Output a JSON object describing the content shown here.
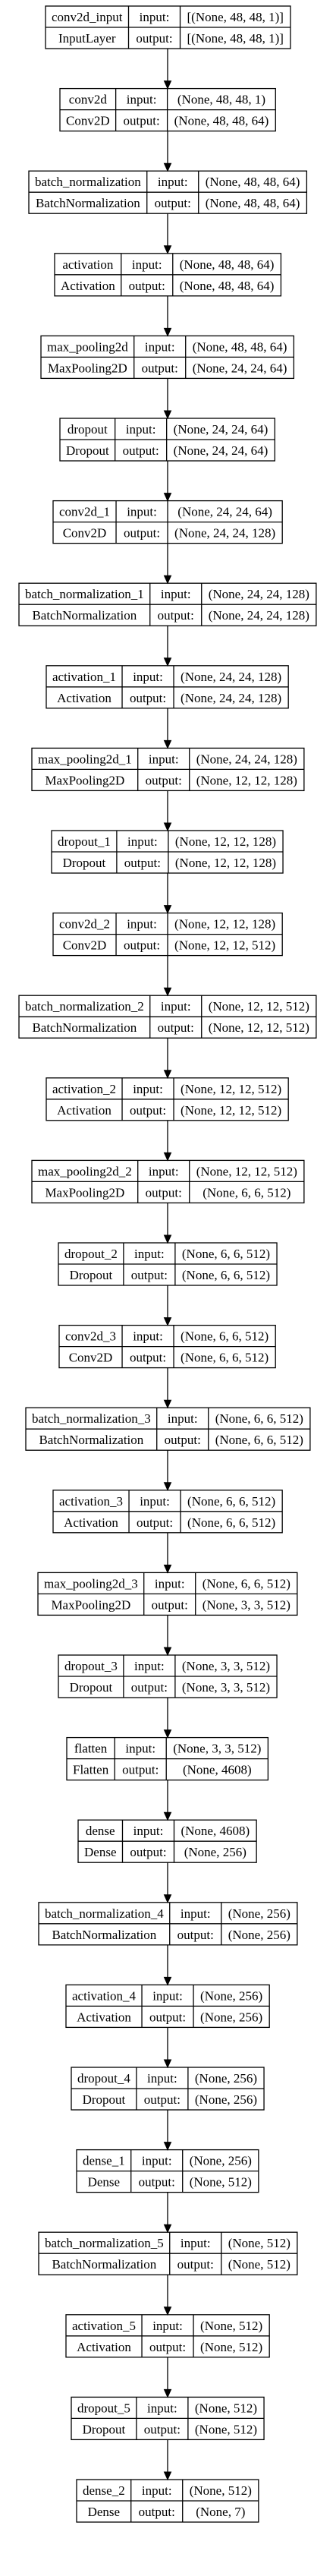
{
  "diagram": {
    "nodes": [
      {
        "name": "conv2d_input",
        "type": "InputLayer",
        "input": "[(None, 48, 48, 1)]",
        "output": "[(None, 48, 48, 1)]"
      },
      {
        "name": "conv2d",
        "type": "Conv2D",
        "input": "(None, 48, 48, 1)",
        "output": "(None, 48, 48, 64)"
      },
      {
        "name": "batch_normalization",
        "type": "BatchNormalization",
        "input": "(None, 48, 48, 64)",
        "output": "(None, 48, 48, 64)"
      },
      {
        "name": "activation",
        "type": "Activation",
        "input": "(None, 48, 48, 64)",
        "output": "(None, 48, 48, 64)"
      },
      {
        "name": "max_pooling2d",
        "type": "MaxPooling2D",
        "input": "(None, 48, 48, 64)",
        "output": "(None, 24, 24, 64)"
      },
      {
        "name": "dropout",
        "type": "Dropout",
        "input": "(None, 24, 24, 64)",
        "output": "(None, 24, 24, 64)"
      },
      {
        "name": "conv2d_1",
        "type": "Conv2D",
        "input": "(None, 24, 24, 64)",
        "output": "(None, 24, 24, 128)"
      },
      {
        "name": "batch_normalization_1",
        "type": "BatchNormalization",
        "input": "(None, 24, 24, 128)",
        "output": "(None, 24, 24, 128)"
      },
      {
        "name": "activation_1",
        "type": "Activation",
        "input": "(None, 24, 24, 128)",
        "output": "(None, 24, 24, 128)"
      },
      {
        "name": "max_pooling2d_1",
        "type": "MaxPooling2D",
        "input": "(None, 24, 24, 128)",
        "output": "(None, 12, 12, 128)"
      },
      {
        "name": "dropout_1",
        "type": "Dropout",
        "input": "(None, 12, 12, 128)",
        "output": "(None, 12, 12, 128)"
      },
      {
        "name": "conv2d_2",
        "type": "Conv2D",
        "input": "(None, 12, 12, 128)",
        "output": "(None, 12, 12, 512)"
      },
      {
        "name": "batch_normalization_2",
        "type": "BatchNormalization",
        "input": "(None, 12, 12, 512)",
        "output": "(None, 12, 12, 512)"
      },
      {
        "name": "activation_2",
        "type": "Activation",
        "input": "(None, 12, 12, 512)",
        "output": "(None, 12, 12, 512)"
      },
      {
        "name": "max_pooling2d_2",
        "type": "MaxPooling2D",
        "input": "(None, 12, 12, 512)",
        "output": "(None, 6, 6, 512)"
      },
      {
        "name": "dropout_2",
        "type": "Dropout",
        "input": "(None, 6, 6, 512)",
        "output": "(None, 6, 6, 512)"
      },
      {
        "name": "conv2d_3",
        "type": "Conv2D",
        "input": "(None, 6, 6, 512)",
        "output": "(None, 6, 6, 512)"
      },
      {
        "name": "batch_normalization_3",
        "type": "BatchNormalization",
        "input": "(None, 6, 6, 512)",
        "output": "(None, 6, 6, 512)"
      },
      {
        "name": "activation_3",
        "type": "Activation",
        "input": "(None, 6, 6, 512)",
        "output": "(None, 6, 6, 512)"
      },
      {
        "name": "max_pooling2d_3",
        "type": "MaxPooling2D",
        "input": "(None, 6, 6, 512)",
        "output": "(None, 3, 3, 512)"
      },
      {
        "name": "dropout_3",
        "type": "Dropout",
        "input": "(None, 3, 3, 512)",
        "output": "(None, 3, 3, 512)"
      },
      {
        "name": "flatten",
        "type": "Flatten",
        "input": "(None, 3, 3, 512)",
        "output": "(None, 4608)"
      },
      {
        "name": "dense",
        "type": "Dense",
        "input": "(None, 4608)",
        "output": "(None, 256)"
      },
      {
        "name": "batch_normalization_4",
        "type": "BatchNormalization",
        "input": "(None, 256)",
        "output": "(None, 256)"
      },
      {
        "name": "activation_4",
        "type": "Activation",
        "input": "(None, 256)",
        "output": "(None, 256)"
      },
      {
        "name": "dropout_4",
        "type": "Dropout",
        "input": "(None, 256)",
        "output": "(None, 256)"
      },
      {
        "name": "dense_1",
        "type": "Dense",
        "input": "(None, 256)",
        "output": "(None, 512)"
      },
      {
        "name": "batch_normalization_5",
        "type": "BatchNormalization",
        "input": "(None, 512)",
        "output": "(None, 512)"
      },
      {
        "name": "activation_5",
        "type": "Activation",
        "input": "(None, 512)",
        "output": "(None, 512)"
      },
      {
        "name": "dropout_5",
        "type": "Dropout",
        "input": "(None, 512)",
        "output": "(None, 512)"
      },
      {
        "name": "dense_2",
        "type": "Dense",
        "input": "(None, 512)",
        "output": "(None, 7)"
      }
    ],
    "input_label": "input:",
    "output_label": "output:",
    "colors": {
      "stroke": "#000000",
      "fill": "#ffffff",
      "text": "#000000"
    }
  }
}
